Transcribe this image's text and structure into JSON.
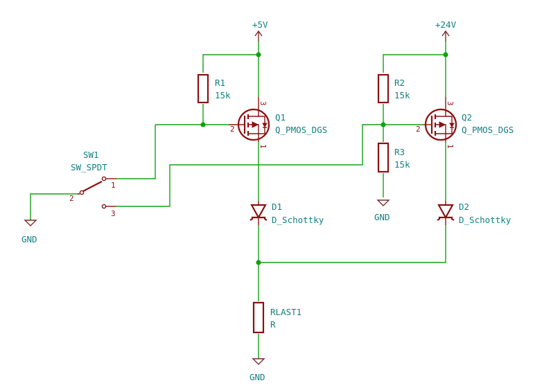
{
  "power": {
    "v5": "+5V",
    "v24": "+24V",
    "gnd": "GND"
  },
  "sw1": {
    "ref": "SW1",
    "value": "SW_SPDT",
    "pin_1": "1",
    "pin_2": "2",
    "pin_3": "3"
  },
  "r1": {
    "ref": "R1",
    "value": "15k"
  },
  "r2": {
    "ref": "R2",
    "value": "15k"
  },
  "r3": {
    "ref": "R3",
    "value": "15k"
  },
  "q1": {
    "ref": "Q1",
    "value": "Q_PMOS_DGS",
    "pin_1": "1",
    "pin_2": "2",
    "pin_3": "3"
  },
  "q2": {
    "ref": "Q2",
    "value": "Q_PMOS_DGS",
    "pin_1": "1",
    "pin_2": "2",
    "pin_3": "3"
  },
  "d1": {
    "ref": "D1",
    "value": "D_Schottky"
  },
  "d2": {
    "ref": "D2",
    "value": "D_Schottky"
  },
  "rlast1": {
    "ref": "RLAST1",
    "value": "R"
  },
  "colors": {
    "wire": "#13a013",
    "component": "#8b1010",
    "label": "#137f7f",
    "power": "#7a2b2b"
  }
}
